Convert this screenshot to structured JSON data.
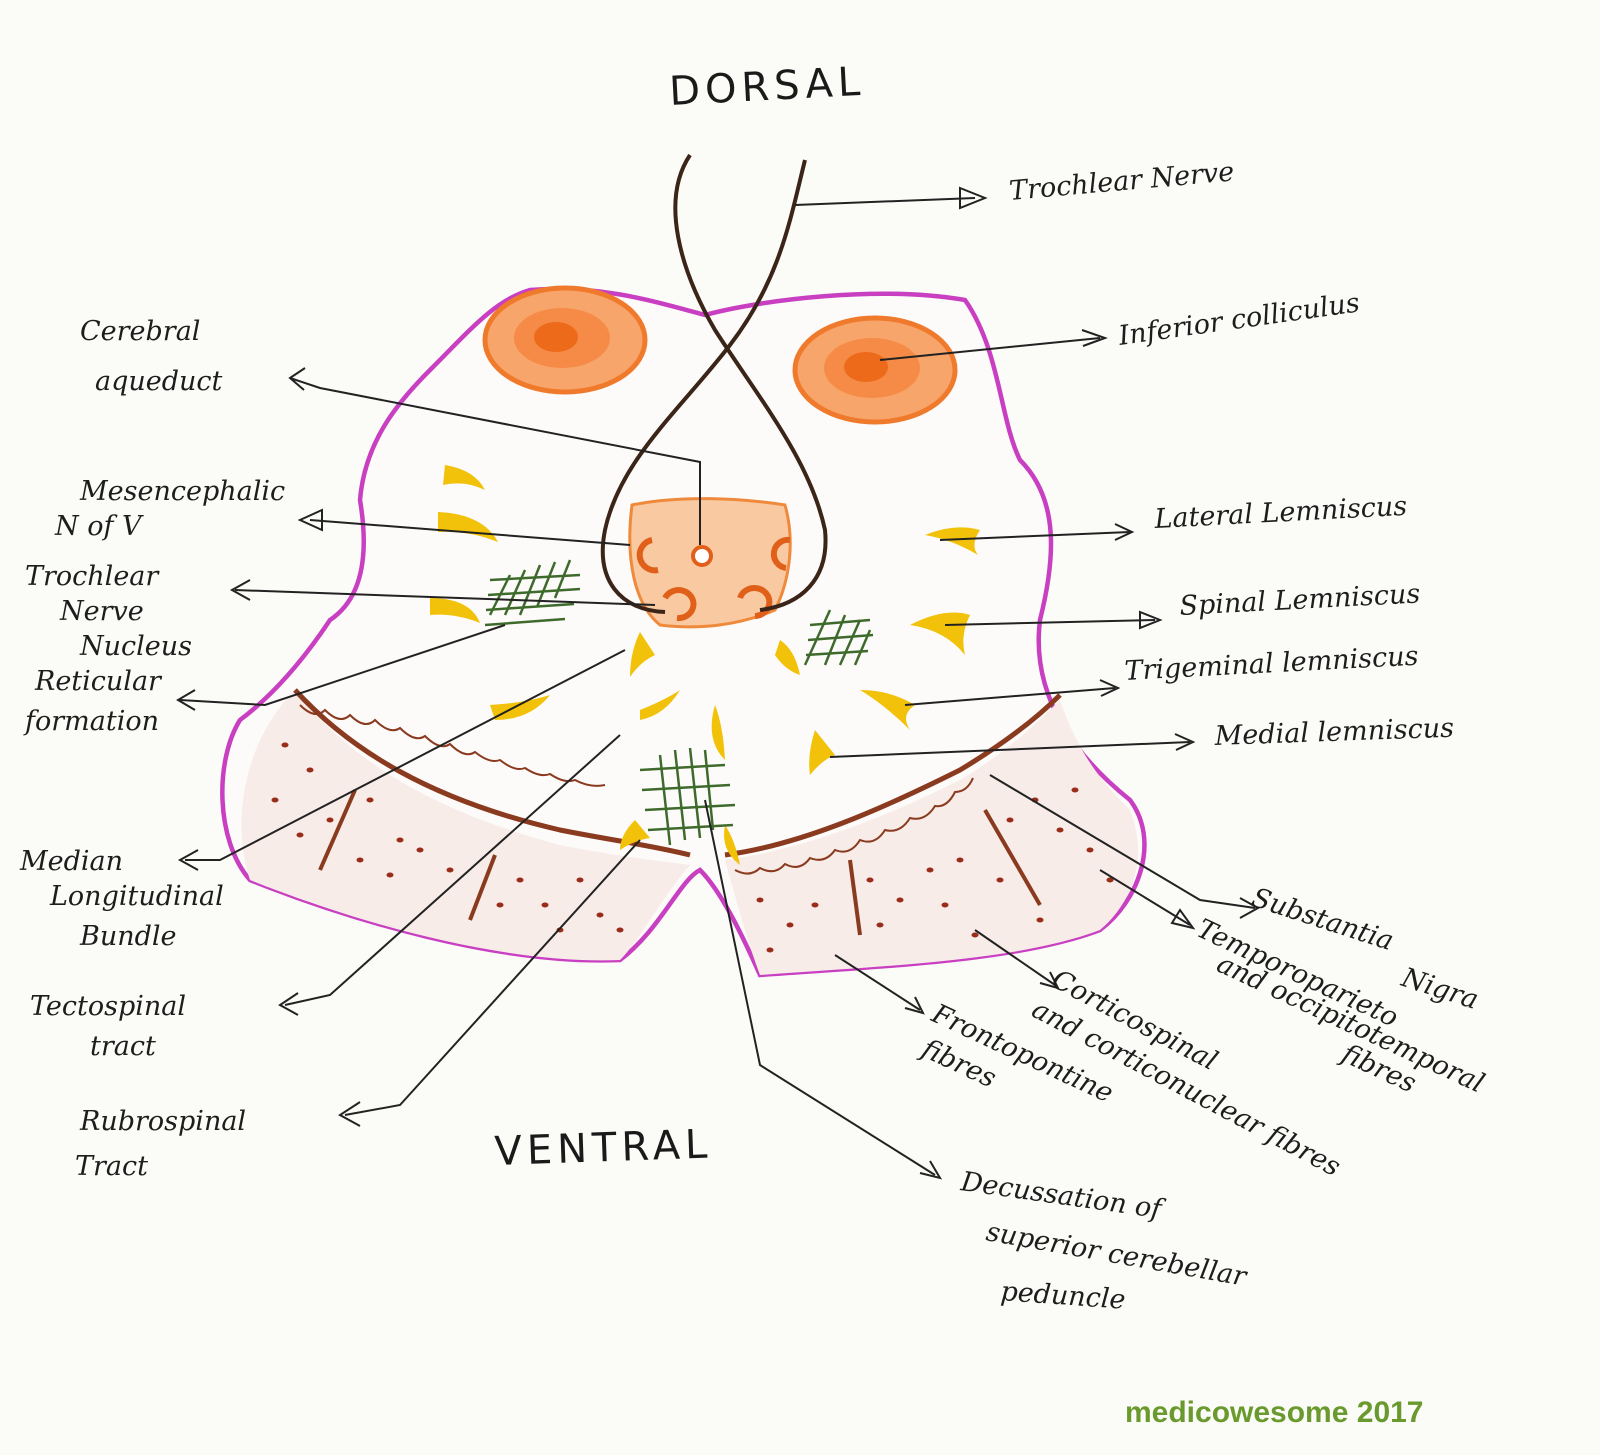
{
  "orientation": {
    "top": "DORSAL",
    "bottom": "VENTRAL"
  },
  "labels": {
    "trochlear_nerve": "Trochlear Nerve",
    "inferior_colliculus": "Inferior colliculus",
    "cerebral_aqueduct": [
      "Cerebral",
      "aqueduct"
    ],
    "mesencephalic_n_v": [
      "Mesencephalic",
      "N of V"
    ],
    "trochlear_nucleus": [
      "Trochlear",
      "Nerve",
      "Nucleus"
    ],
    "reticular_formation": [
      "Reticular",
      "formation"
    ],
    "lateral_lemniscus": "Lateral Lemniscus",
    "spinal_lemniscus": "Spinal Lemniscus",
    "trigeminal_lemniscus": "Trigeminal lemniscus",
    "medial_lemniscus": "Medial lemniscus",
    "median_longitudinal_bundle": [
      "Median",
      "Longitudinal",
      "Bundle"
    ],
    "tectospinal_tract": [
      "Tectospinal",
      "tract"
    ],
    "rubrospinal_tract": [
      "Rubrospinal",
      "Tract"
    ],
    "substantia_nigra": [
      "Substantia",
      "Nigra"
    ],
    "temporopontine": [
      "Temporoparieto",
      "and occipitotemporal",
      "fibres"
    ],
    "corticospinal": [
      "Corticospinal",
      "and corticonuclear fibres"
    ],
    "frontopontine": [
      "Frontopontine",
      "fibres"
    ],
    "decussation": [
      "Decussation of",
      "superior cerebellar",
      "peduncle"
    ]
  },
  "watermark": "medicowesome 2017",
  "colors": {
    "outline": "#c93fc1",
    "colliculus": "#f07a2c",
    "yellow": "#f2c20a",
    "green_hatch": "#3e6b2c",
    "brown": "#8a3a1e",
    "dots": "#9a2c1a",
    "nerve": "#3b2418"
  }
}
